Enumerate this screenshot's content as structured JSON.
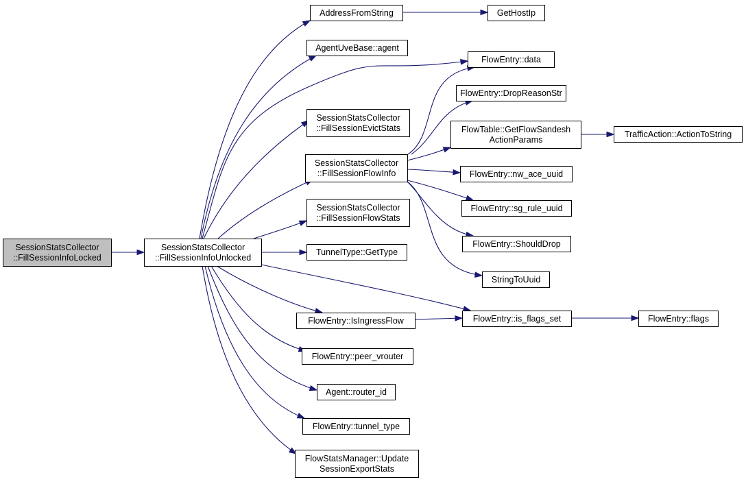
{
  "colors": {
    "edge": "#191970",
    "root_fill": "#bfbfbf",
    "node_fill": "#ffffff",
    "node_border": "#000000"
  },
  "nodes": {
    "FillSessionInfoLocked": {
      "lines": [
        "SessionStatsCollector",
        "::FillSessionInfoLocked"
      ],
      "root": true
    },
    "FillSessionInfoUnlocked": {
      "lines": [
        "SessionStatsCollector",
        "::FillSessionInfoUnlocked"
      ]
    },
    "AddressFromString": {
      "lines": [
        "AddressFromString"
      ]
    },
    "GetHostIp": {
      "lines": [
        "GetHostIp"
      ]
    },
    "AgentUveBaseAgent": {
      "lines": [
        "AgentUveBase::agent"
      ]
    },
    "FlowEntryData": {
      "lines": [
        "FlowEntry::data"
      ]
    },
    "DropReasonStr": {
      "lines": [
        "FlowEntry::DropReasonStr"
      ]
    },
    "FillSessionEvictStats": {
      "lines": [
        "SessionStatsCollector",
        "::FillSessionEvictStats"
      ]
    },
    "GetFlowSandeshActionParams": {
      "lines": [
        "FlowTable::GetFlowSandesh",
        "ActionParams"
      ]
    },
    "ActionToString": {
      "lines": [
        "TrafficAction::ActionToString"
      ]
    },
    "FillSessionFlowInfo": {
      "lines": [
        "SessionStatsCollector",
        "::FillSessionFlowInfo"
      ]
    },
    "NwAceUuid": {
      "lines": [
        "FlowEntry::nw_ace_uuid"
      ]
    },
    "SgRuleUuid": {
      "lines": [
        "FlowEntry::sg_rule_uuid"
      ]
    },
    "FillSessionFlowStats": {
      "lines": [
        "SessionStatsCollector",
        "::FillSessionFlowStats"
      ]
    },
    "ShouldDrop": {
      "lines": [
        "FlowEntry::ShouldDrop"
      ]
    },
    "TunnelTypeGetType": {
      "lines": [
        "TunnelType::GetType"
      ]
    },
    "StringToUuid": {
      "lines": [
        "StringToUuid"
      ]
    },
    "IsIngressFlow": {
      "lines": [
        "FlowEntry::IsIngressFlow"
      ]
    },
    "IsFlagsSet": {
      "lines": [
        "FlowEntry::is_flags_set"
      ]
    },
    "Flags": {
      "lines": [
        "FlowEntry::flags"
      ]
    },
    "PeerVrouter": {
      "lines": [
        "FlowEntry::peer_vrouter"
      ]
    },
    "RouterId": {
      "lines": [
        "Agent::router_id"
      ]
    },
    "TunnelType": {
      "lines": [
        "FlowEntry::tunnel_type"
      ]
    },
    "UpdateSessionExportStats": {
      "lines": [
        "FlowStatsManager::Update",
        "SessionExportStats"
      ]
    }
  },
  "edges": [
    [
      "FillSessionInfoLocked",
      "FillSessionInfoUnlocked"
    ],
    [
      "FillSessionInfoUnlocked",
      "AddressFromString"
    ],
    [
      "FillSessionInfoUnlocked",
      "AgentUveBaseAgent"
    ],
    [
      "FillSessionInfoUnlocked",
      "FlowEntryData"
    ],
    [
      "FillSessionInfoUnlocked",
      "FillSessionEvictStats"
    ],
    [
      "FillSessionInfoUnlocked",
      "FillSessionFlowInfo"
    ],
    [
      "FillSessionInfoUnlocked",
      "FillSessionFlowStats"
    ],
    [
      "FillSessionInfoUnlocked",
      "TunnelTypeGetType"
    ],
    [
      "FillSessionInfoUnlocked",
      "IsFlagsSet"
    ],
    [
      "FillSessionInfoUnlocked",
      "IsIngressFlow"
    ],
    [
      "FillSessionInfoUnlocked",
      "PeerVrouter"
    ],
    [
      "FillSessionInfoUnlocked",
      "RouterId"
    ],
    [
      "FillSessionInfoUnlocked",
      "TunnelType"
    ],
    [
      "FillSessionInfoUnlocked",
      "UpdateSessionExportStats"
    ],
    [
      "AddressFromString",
      "GetHostIp"
    ],
    [
      "FillSessionFlowInfo",
      "FlowEntryData"
    ],
    [
      "FillSessionFlowInfo",
      "DropReasonStr"
    ],
    [
      "FillSessionFlowInfo",
      "GetFlowSandeshActionParams"
    ],
    [
      "FillSessionFlowInfo",
      "NwAceUuid"
    ],
    [
      "FillSessionFlowInfo",
      "SgRuleUuid"
    ],
    [
      "FillSessionFlowInfo",
      "ShouldDrop"
    ],
    [
      "FillSessionFlowInfo",
      "StringToUuid"
    ],
    [
      "GetFlowSandeshActionParams",
      "ActionToString"
    ],
    [
      "IsIngressFlow",
      "IsFlagsSet"
    ],
    [
      "IsFlagsSet",
      "Flags"
    ]
  ]
}
